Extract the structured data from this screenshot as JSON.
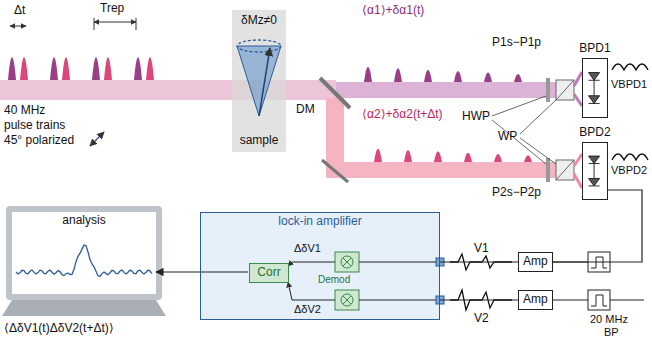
{
  "diagram": {
    "nodes": [
      {
        "text": [
          "δMz≠0",
          "sample"
        ]
      },
      {
        "text": [
          "BPD1"
        ]
      },
      {
        "text": [
          "BPD2"
        ]
      },
      {
        "text": [
          "Amp"
        ]
      },
      {
        "text": [
          "Amp"
        ]
      },
      {
        "text": [
          "lock-in amplifier"
        ]
      },
      {
        "text": [
          "Corr"
        ],
        "in": 5
      },
      {
        "text": [
          "analysis"
        ]
      }
    ],
    "edges": [
      {
        "from": 2,
        "to": 3,
        "arrow": "none"
      },
      {
        "from": 3,
        "to": 5,
        "arrow": "none"
      },
      {
        "from": 4,
        "to": 5,
        "arrow": "none"
      },
      {
        "from": 5,
        "to": 7,
        "arrow": "to"
      }
    ],
    "labels": [
      "Δt",
      "Trep",
      "40 MHz",
      "pulse trains",
      "45° polarized",
      "DM",
      "⟨α1⟩+δα1(t)",
      "⟨α2⟩+δα2(t+Δt)",
      "HWP",
      "WP",
      "P1s−P1p",
      "P2s−P2p",
      "VBPD1",
      "VBPD2",
      "Demod",
      "ΔδV1",
      "ΔδV2",
      "V1",
      "V2",
      "20 MHz",
      "BP",
      "⟨ΔδV1(t)ΔδV2(t+Δt)⟩"
    ]
  }
}
